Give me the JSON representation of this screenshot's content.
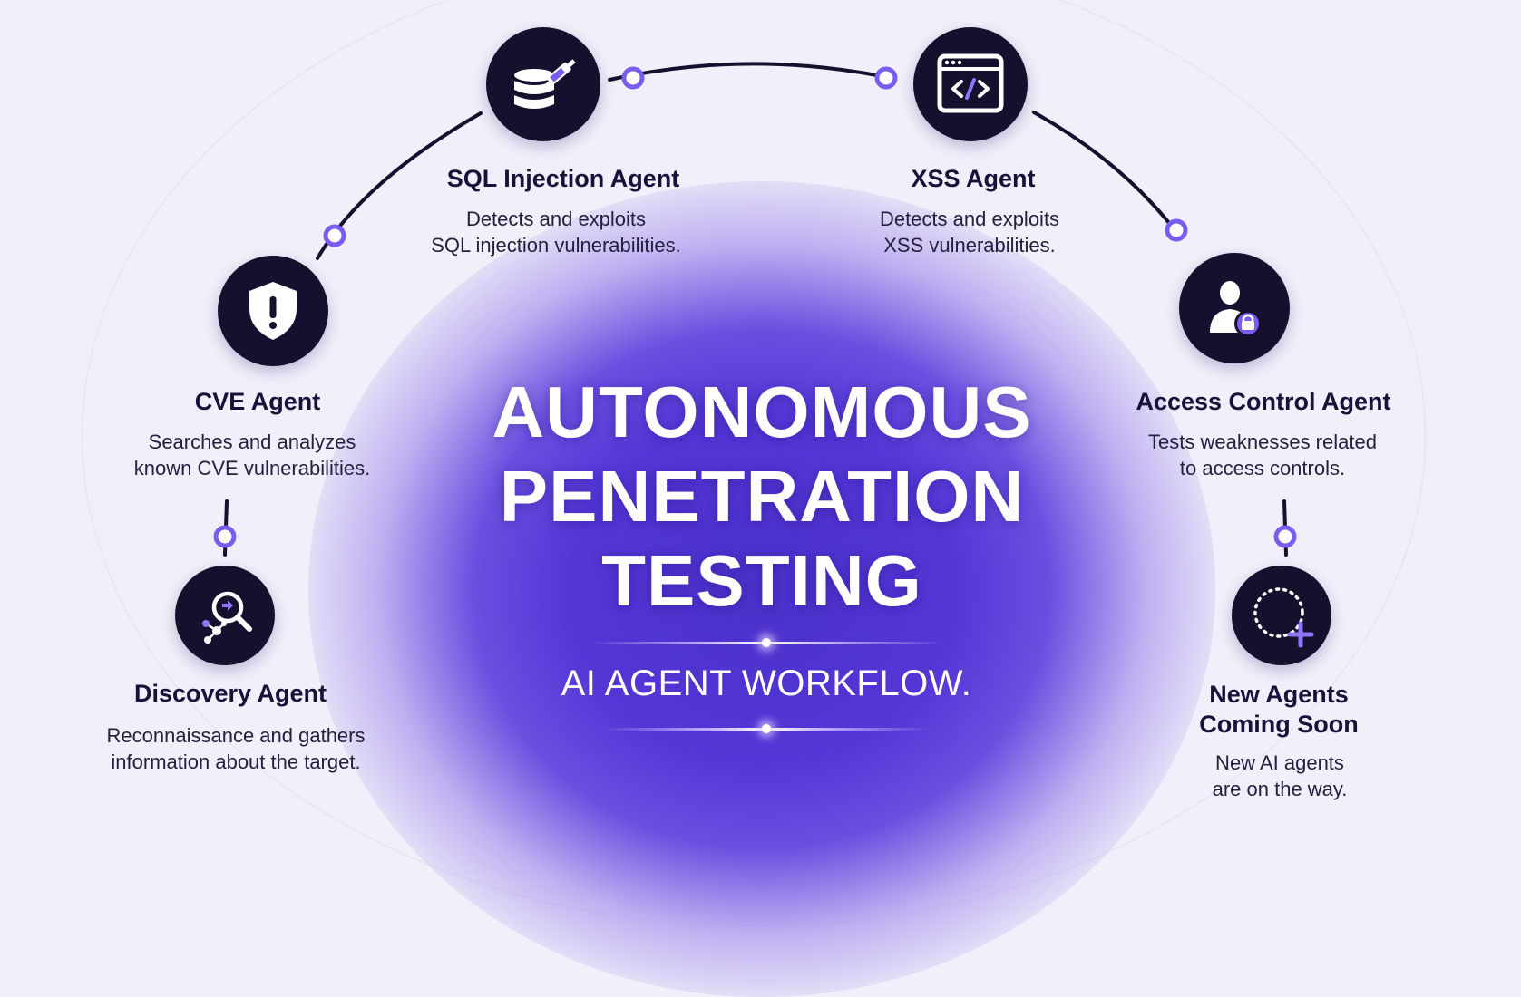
{
  "headline": {
    "line1": "AUTONOMOUS",
    "line2": "PENETRATION",
    "line3": "TESTING"
  },
  "subtitle": "AI AGENT WORKFLOW.",
  "agents": [
    {
      "icon": "database-syringe-icon",
      "title": "SQL Injection Agent",
      "desc1": "Detects and exploits",
      "desc2": "SQL injection vulnerabilities."
    },
    {
      "icon": "code-window-icon",
      "title": "XSS Agent",
      "desc1": "Detects and exploits",
      "desc2": "XSS vulnerabilities."
    },
    {
      "icon": "shield-alert-icon",
      "title": "CVE Agent",
      "desc1": "Searches and analyzes",
      "desc2": "known CVE vulnerabilities."
    },
    {
      "icon": "user-lock-icon",
      "title": "Access Control Agent",
      "desc1": "Tests weaknesses related",
      "desc2": "to access controls."
    },
    {
      "icon": "magnifier-network-icon",
      "title": "Discovery Agent",
      "desc1": "Reconnaissance and gathers",
      "desc2": "information about the target."
    },
    {
      "icon": "dotted-circle-plus-icon",
      "title1": "New Agents",
      "title2": "Coming Soon",
      "desc1": "New AI agents",
      "desc2": "are on the way."
    }
  ],
  "colors": {
    "accent": "#7b5cf0",
    "node": "#15102e",
    "glow": "#4b30c9",
    "background": "#f1eff9"
  }
}
